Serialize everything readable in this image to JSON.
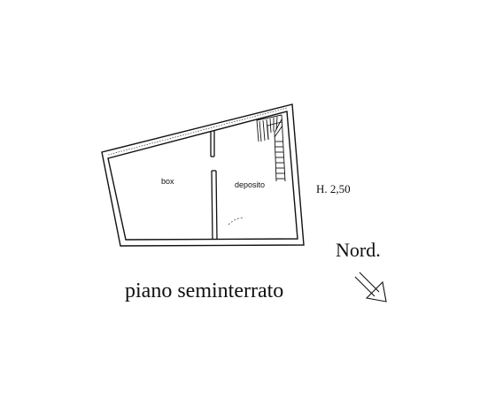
{
  "plan": {
    "rooms": {
      "box": "box",
      "deposito": "deposito"
    },
    "height_label": "H. 2,50",
    "north_label": "Nord.",
    "floor_title": "piano seminterrato",
    "north_arrow_icon": "arrow-south-east-icon",
    "line_color": "#111111"
  }
}
